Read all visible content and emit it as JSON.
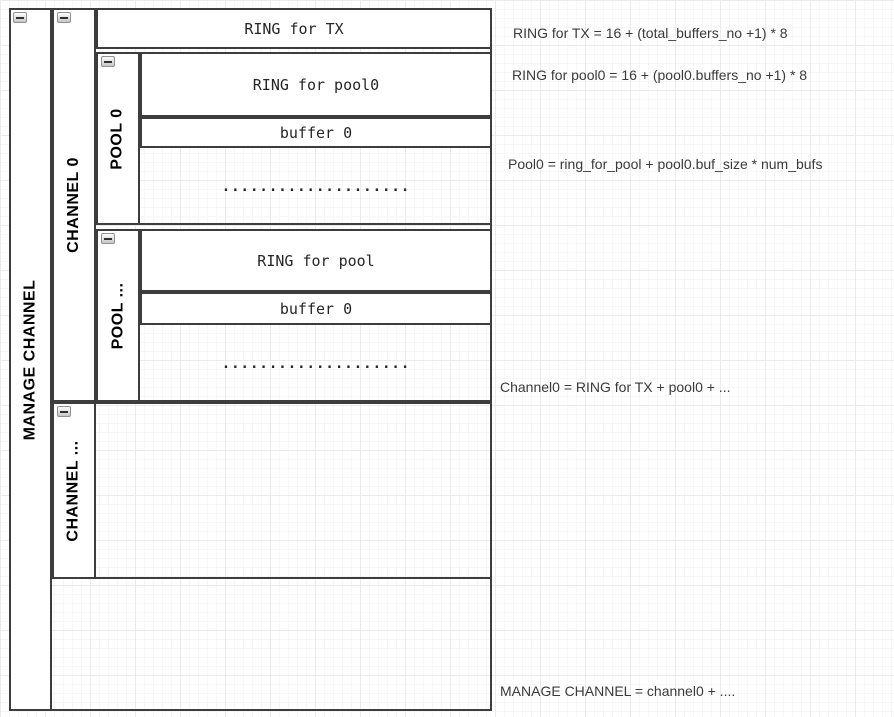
{
  "colors": {
    "border": "#3d3d3d",
    "grid_minor": "#f7f7f7",
    "grid_major": "#ebebeb",
    "mono_text": "#262626",
    "annotation_text": "#3a3a3a"
  },
  "icons": {
    "collapse": "minus"
  },
  "diagram": {
    "manage_channel": {
      "label": "MANAGE CHANNEL"
    },
    "channel0": {
      "label": "CHANNEL 0",
      "ring_for_tx": {
        "label": "RING for TX"
      },
      "pool0": {
        "label": "POOL 0",
        "ring": {
          "label": "RING for pool0"
        },
        "buffer": {
          "label": "buffer 0"
        },
        "ellipsis": "...................."
      },
      "pool_n": {
        "label": "POOL ...",
        "ring": {
          "label": "RING for pool"
        },
        "buffer": {
          "label": "buffer 0"
        },
        "ellipsis": "...................."
      }
    },
    "channel_n": {
      "label": "CHANNEL ..."
    }
  },
  "annotations": {
    "ring_for_tx": "RING for TX = 16 + (total_buffers_no +1) * 8",
    "ring_for_pool0": "RING for pool0 = 16 + (pool0.buffers_no +1) * 8",
    "pool0": "Pool0 = ring_for_pool + pool0.buf_size * num_bufs",
    "channel0": "Channel0 = RING for TX + pool0 + ...",
    "manage_channel": "MANAGE CHANNEL = channel0 + ...."
  }
}
